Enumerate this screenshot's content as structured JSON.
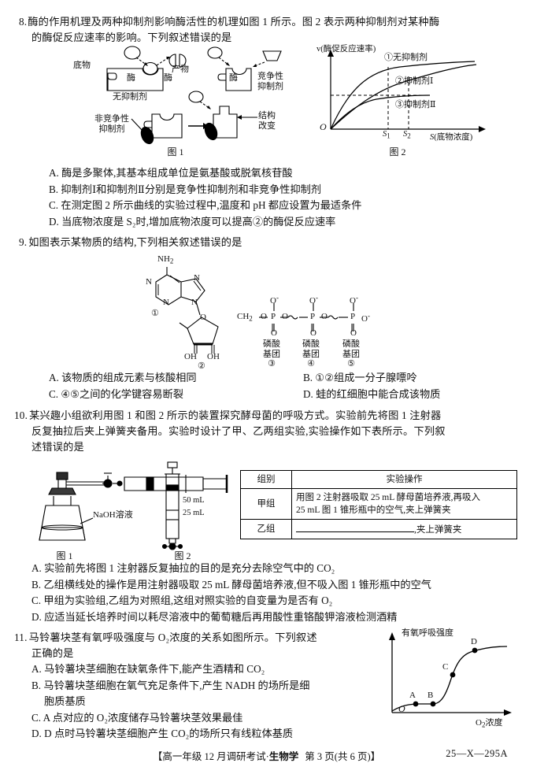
{
  "questions": [
    {
      "number": "8.",
      "stem_line1": "酶的作用机理及两种抑制剂影响酶活性的机理如图 1 所示。图 2 表示两种抑制剂对某种酶",
      "stem_line2": "的酶促反应速率的影响。下列叙述错误的是",
      "figure1_caption": "图 1",
      "figure2_caption": "图 2",
      "diagram_labels": {
        "substrate": "底物",
        "product": "产物",
        "enzyme": "酶",
        "no_inhibitor": "无抑制剂",
        "competitive_inhibitor_l1": "竞争性",
        "competitive_inhibitor_l2": "抑制剂",
        "noncompetitive_inhibitor_l1": "非竞争性",
        "noncompetitive_inhibitor_l2": "抑制剂",
        "structure_change_l1": "结构",
        "structure_change_l2": "改变"
      },
      "graph": {
        "y_axis": "v(酶促反应速率)",
        "x_axis": "S(底物浓度)",
        "origin": "O",
        "tick1": "S",
        "tick1_sub": "1",
        "tick2": "S",
        "tick2_sub": "2",
        "curve1": "①无抑制剂",
        "curve2": "②抑制剂Ⅰ",
        "curve3": "③抑制剂Ⅱ"
      },
      "options": [
        "A. 酶是多聚体,其基本组成单位是氨基酸或脱氧核苷酸",
        "B. 抑制剂Ⅰ和抑制剂Ⅱ分别是竞争性抑制剂和非竞争性抑制剂",
        "C. 在测定图 2 所示曲线的实验过程中,温度和 pH 都应设置为最适条件",
        "D. 当底物浓度是 S₂时,增加底物浓度可以提高②的酶促反应速率"
      ]
    },
    {
      "number": "9.",
      "stem_line1": "如图表示某物质的结构,下列相关叙述错误的是",
      "structure_labels": {
        "amino": "NH",
        "amino_sub": "2",
        "nitrogen": "N",
        "oxygen": "O",
        "ch2": "CH",
        "ch2_sub": "2",
        "phosphorus": "P",
        "o_minus": "O",
        "hydroxyl": "OH",
        "base_num": "①",
        "sugar_num": "②",
        "phos1_l1": "磷酸",
        "phos1_l2": "基团",
        "phos1_num": "③",
        "phos2_l1": "磷酸",
        "phos2_l2": "基团",
        "phos2_num": "④",
        "phos3_l1": "磷酸",
        "phos3_l2": "基团",
        "phos3_num": "⑤"
      },
      "options_left": [
        "A. 该物质的组成元素与核酸相同",
        "C. ④⑤之间的化学键容易断裂"
      ],
      "options_right": [
        "B. ①②组成一分子腺嘌呤",
        "D. 蛙的红细胞中能合成该物质"
      ]
    },
    {
      "number": "10.",
      "stem_line1": "某兴趣小组欲利用图 1 和图 2 所示的装置探究酵母菌的呼吸方式。实验前先将图 1 注射器",
      "stem_line2": "反复抽拉后夹上弹簧夹备用。实验时设计了甲、乙两组实验,实验操作如下表所示。下列叙",
      "stem_line3": "述错误的是",
      "apparatus": {
        "naoh_label": "NaOH溶液",
        "vol50": "50 mL",
        "vol25": "25 mL",
        "fig1_caption": "图 1",
        "fig2_caption": "图 2"
      },
      "table": {
        "header_group": "组别",
        "header_operation": "实验操作",
        "rows": [
          {
            "group": "甲组",
            "operation_line1": "用图 2 注射器吸取 25 mL 酵母菌培养液,再吸入",
            "operation_line2": "25 mL 图 1 锥形瓶中的空气,夹上弹簧夹"
          },
          {
            "group": "乙组",
            "operation_line1": ",夹上弹簧夹",
            "operation_line2": ""
          }
        ]
      },
      "options": [
        "A. 实验前先将图 1 注射器反复抽拉的目的是充分去除空气中的 CO₂",
        "B. 乙组横线处的操作是用注射器吸取 25 mL 酵母菌培养液,但不吸入图 1 锥形瓶中的空气",
        "C. 甲组为实验组,乙组为对照组,这组对照实验的自变量为是否有 O₂",
        "D. 应适当延长培养时间以耗尽溶液中的葡萄糖后再用酸性重铬酸钾溶液检测酒精"
      ]
    },
    {
      "number": "11.",
      "stem_line1": "马铃薯块茎有氧呼吸强度与 O₂浓度的关系如图所示。下列叙述",
      "stem_line2": "正确的是",
      "options": [
        "A. 马铃薯块茎细胞在缺氧条件下,能产生酒精和 CO₂",
        "B. 马铃薯块茎细胞在氧气充足条件下,产生 NADH 的场所是细",
        "胞质基质",
        "C. A 点对应的 O₂浓度储存马铃薯块茎效果最佳",
        "D. D 点时马铃薯块茎细胞产生 CO₂的场所只有线粒体基质"
      ],
      "graph": {
        "y_axis": "有氧呼吸强度",
        "x_axis": "O₂浓度",
        "origin": "O",
        "points": [
          "A",
          "B",
          "C",
          "D"
        ]
      }
    }
  ],
  "footer": {
    "bracket_open": "【",
    "title_part1": "高一年级 12 月调研考试·",
    "title_bold": "生物学",
    "page_info": "第 3 页(共 6 页)",
    "bracket_close": "】",
    "code": "25—X—295A"
  },
  "chart_data": [
    {
      "type": "line",
      "title": "图 2",
      "xlabel": "S(底物浓度)",
      "ylabel": "v(酶促反应速率)",
      "series": [
        {
          "name": "①无抑制剂",
          "shape": "saturating hyperbola, highest Vmax"
        },
        {
          "name": "②抑制剂Ⅰ",
          "shape": "saturating hyperbola, same Vmax, larger Km"
        },
        {
          "name": "③抑制剂Ⅱ",
          "shape": "saturating hyperbola, lower Vmax"
        }
      ],
      "x_ticks": [
        "S1",
        "S2"
      ],
      "grid": false
    },
    {
      "type": "line",
      "title": "马铃薯块茎有氧呼吸强度与O₂浓度关系",
      "xlabel": "O₂浓度",
      "ylabel": "有氧呼吸强度",
      "annotations": [
        "A",
        "B",
        "C",
        "D"
      ],
      "shape": "sigmoid: flat low plateau through A and B, steep rise to C, levelling to plateau at D",
      "grid": false
    }
  ]
}
